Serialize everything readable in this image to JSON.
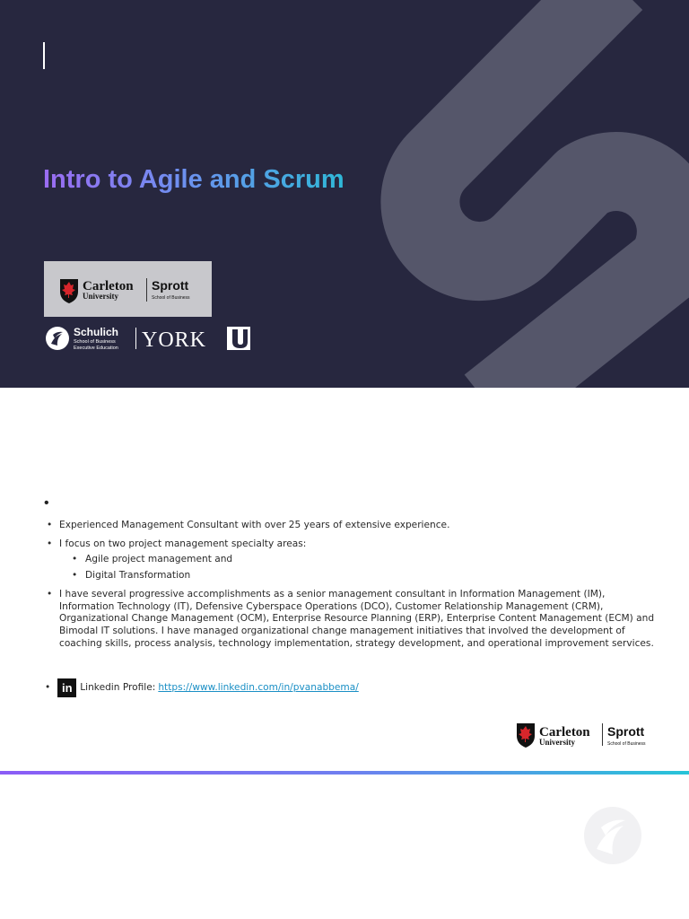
{
  "slide1": {
    "title": "Intro to Agile and Scrum",
    "colors": {
      "background": "#27273f",
      "decor": "#55566a",
      "title_start": "#9b6cf2",
      "title_end": "#2fb8d8"
    },
    "carleton_logo": {
      "name": "Carleton",
      "subname": "University",
      "partner": "Sprott",
      "partner_sub": "School of Business"
    },
    "york_logo": {
      "name": "Schulich",
      "line2": "School of Business",
      "line3": "Executive Education",
      "partner": "YORK",
      "mark": "U"
    }
  },
  "slide2": {
    "items": [
      {
        "text": "Experienced Management Consultant with over 25 years of extensive experience."
      },
      {
        "text": "I focus on two project management specialty areas:",
        "sub": [
          "Agile project management and",
          "Digital Transformation"
        ]
      },
      {
        "text": "I have several progressive accomplishments as a senior management consultant in Information Management (IM), Information Technology (IT), Defensive Cyberspace Operations (DCO), Customer Relationship Management (CRM), Organizational Change Management (OCM), Enterprise Resource Planning (ERP), Enterprise Content Management (ECM) and Bimodal IT solutions. I have managed organizational change management initiatives that involved the development of coaching skills, process analysis, technology implementation, strategy development, and operational improvement services."
      }
    ],
    "linkedin": {
      "icon": "linkedin-icon",
      "label": "Linkedin Profile:",
      "url": "https://www.linkedin.com/in/pvanabbema/"
    },
    "corner_logo": {
      "name": "Carleton",
      "subname": "University",
      "partner": "Sprott",
      "partner_sub": "School of Business"
    }
  }
}
